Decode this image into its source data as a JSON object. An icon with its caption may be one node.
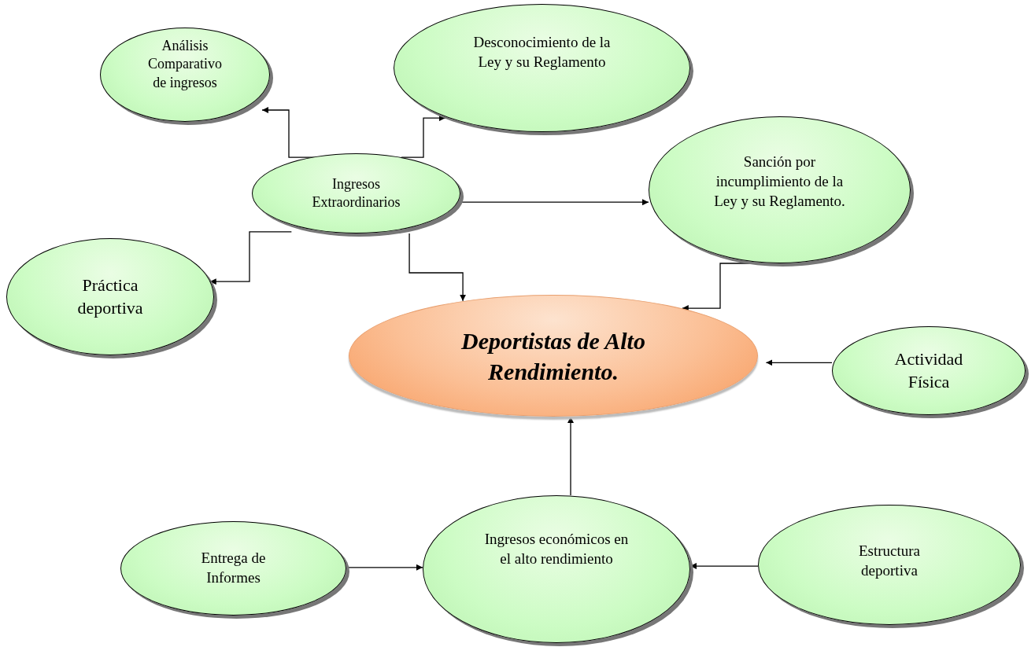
{
  "diagram": {
    "nodes": [
      {
        "text": [
          "Análisis Comparativo de ingresos"
        ]
      },
      {
        "text": [
          "Desconocimiento de la Ley y su Reglamento"
        ]
      },
      {
        "text": [
          "Ingresos Extraordinarios"
        ]
      },
      {
        "text": [
          "Sanción por incumplimiento de la Ley y su Reglamento."
        ]
      },
      {
        "text": [
          "Práctica deportiva"
        ]
      },
      {
        "text": [
          "Deportistas de Alto Rendimiento."
        ]
      },
      {
        "text": [
          "Actividad Física"
        ]
      },
      {
        "text": [
          "Entrega de Informes"
        ]
      },
      {
        "text": [
          "Ingresos económicos en el alto rendimiento"
        ]
      },
      {
        "text": [
          "Estructura deportiva"
        ]
      }
    ],
    "edges": [
      {
        "from": 2,
        "to": 0,
        "arrow": "to"
      },
      {
        "from": 2,
        "to": 1,
        "arrow": "to"
      },
      {
        "from": 2,
        "to": 3,
        "arrow": "to"
      },
      {
        "from": 2,
        "to": 4,
        "arrow": "to"
      },
      {
        "from": 2,
        "to": 5,
        "arrow": "to"
      },
      {
        "from": 3,
        "to": 5,
        "arrow": "to"
      },
      {
        "from": 6,
        "to": 5,
        "arrow": "to"
      },
      {
        "from": 8,
        "to": 5,
        "arrow": "to"
      },
      {
        "from": 7,
        "to": 8,
        "arrow": "to"
      },
      {
        "from": 9,
        "to": 8,
        "arrow": "to"
      }
    ]
  }
}
